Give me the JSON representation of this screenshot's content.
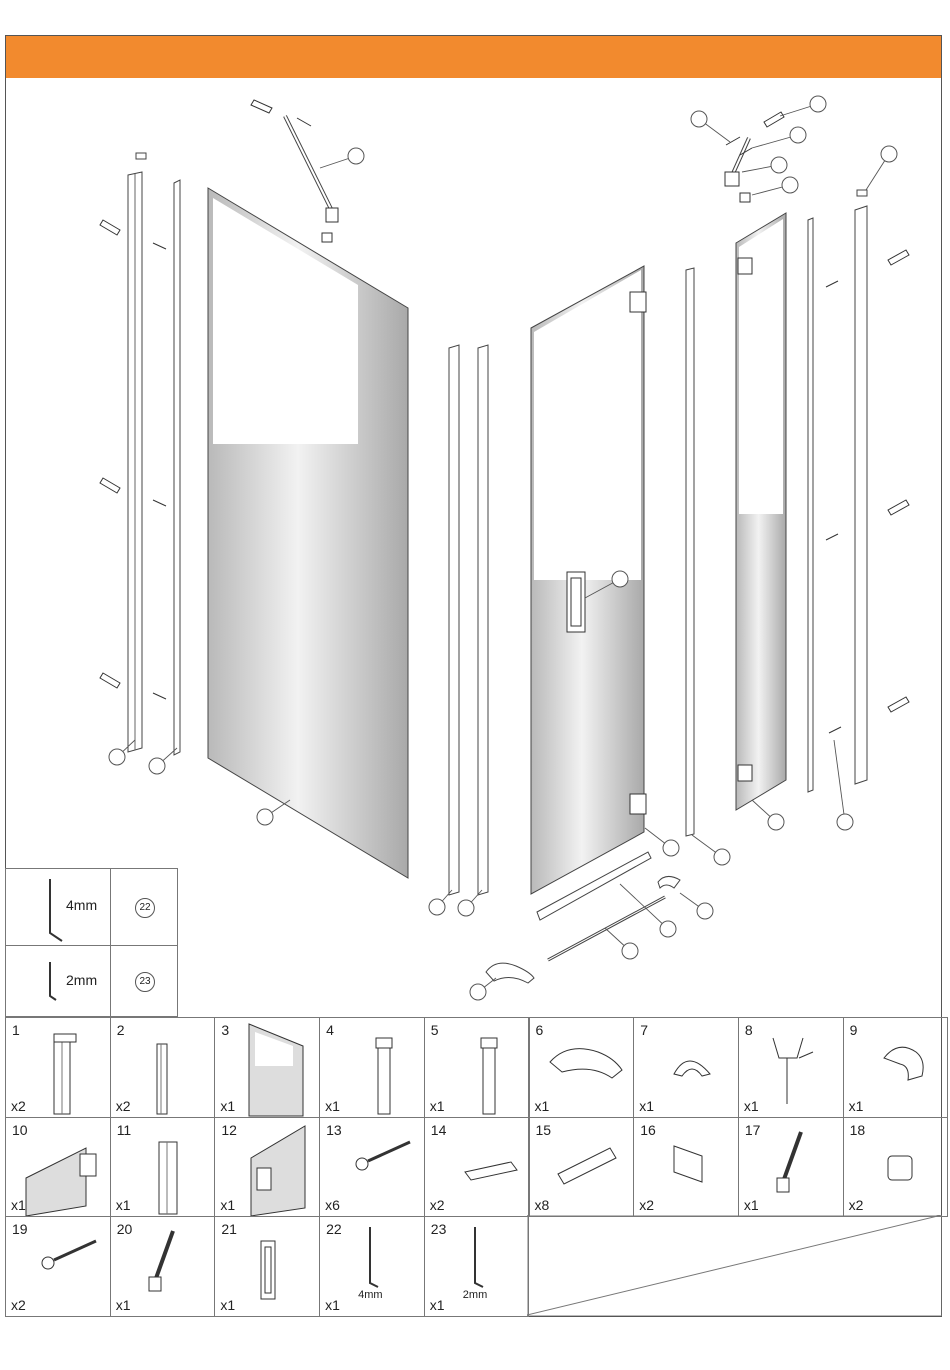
{
  "header": {
    "color": "#f28a2e"
  },
  "tool_key": [
    {
      "size": "4mm",
      "number": "22",
      "icon": "hex-key-icon"
    },
    {
      "size": "2mm",
      "number": "23",
      "icon": "hex-key-icon"
    }
  ],
  "parts": [
    {
      "num": "1",
      "qty": "x2",
      "icon": "wall-profile-icon"
    },
    {
      "num": "2",
      "qty": "x2",
      "icon": "wall-channel-icon"
    },
    {
      "num": "3",
      "qty": "x1",
      "icon": "fixed-glass-panel-icon"
    },
    {
      "num": "4",
      "qty": "x1",
      "icon": "corner-profile-icon"
    },
    {
      "num": "5",
      "qty": "x1",
      "icon": "corner-profile-icon"
    },
    {
      "num": "6",
      "qty": "x1",
      "icon": "bottom-guide-icon"
    },
    {
      "num": "7",
      "qty": "x1",
      "icon": "end-cap-icon"
    },
    {
      "num": "8",
      "qty": "x1",
      "icon": "seal-strip-icon"
    },
    {
      "num": "9",
      "qty": "x1",
      "icon": "guide-clip-icon"
    },
    {
      "num": "10",
      "qty": "x1",
      "icon": "door-panel-icon"
    },
    {
      "num": "11",
      "qty": "x1",
      "icon": "magnetic-profile-icon"
    },
    {
      "num": "12",
      "qty": "x1",
      "icon": "side-panel-icon"
    },
    {
      "num": "13",
      "qty": "x6",
      "icon": "screw-icon"
    },
    {
      "num": "14",
      "qty": "x2",
      "icon": "cap-plate-icon"
    },
    {
      "num": "15",
      "qty": "x8",
      "icon": "wall-plug-icon"
    },
    {
      "num": "16",
      "qty": "x2",
      "icon": "end-cover-icon"
    },
    {
      "num": "17",
      "qty": "x1",
      "icon": "support-arm-icon"
    },
    {
      "num": "18",
      "qty": "x2",
      "icon": "cover-cap-icon"
    },
    {
      "num": "19",
      "qty": "x2",
      "icon": "screw-icon"
    },
    {
      "num": "20",
      "qty": "x1",
      "icon": "support-arm-icon"
    },
    {
      "num": "21",
      "qty": "x1",
      "icon": "handle-icon"
    },
    {
      "num": "22",
      "qty": "x1",
      "icon": "hex-key-icon",
      "caption": "4mm"
    },
    {
      "num": "23",
      "qty": "x1",
      "icon": "hex-key-icon",
      "caption": "2mm"
    }
  ]
}
